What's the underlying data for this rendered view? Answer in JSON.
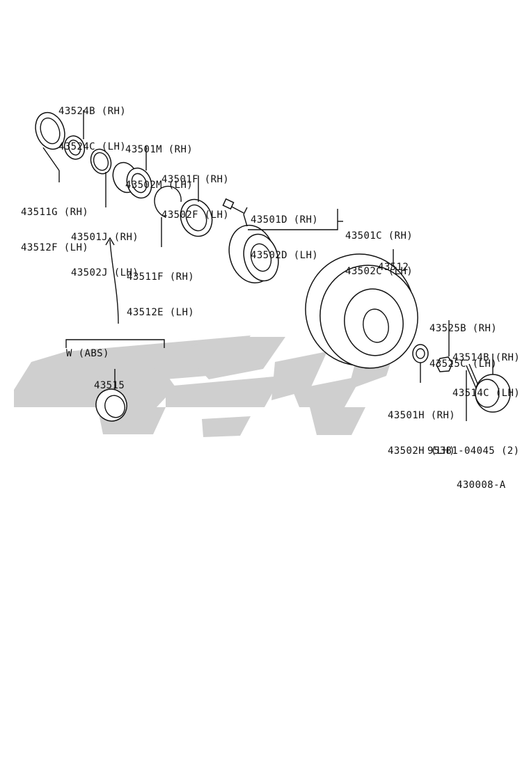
{
  "diagram": {
    "ref_code": "430008-A",
    "labels": {
      "l43524": [
        "43524B (RH)",
        "43524C (LH)"
      ],
      "l43501m": [
        "43501M (RH)",
        "43502M (LH)"
      ],
      "l43501f": [
        "43501F (RH)",
        "43502F (LH)"
      ],
      "l43511g": [
        "43511G (RH)",
        "43512F (LH)"
      ],
      "l43501j": [
        "43501J (RH)",
        "43502J (LH)"
      ],
      "l43501d": [
        "43501D (RH)",
        "43502D (LH)"
      ],
      "l43501c": [
        "43501C (RH)",
        "43502C (LH)"
      ],
      "l43511f": [
        "43511F (RH)",
        "43512E (LH)"
      ],
      "l43512": "43512",
      "l43525": [
        "43525B (RH)",
        "43525C (LH)"
      ],
      "l43514": [
        "43514B (RH)",
        "43514C (LH)"
      ],
      "labs": "W (ABS)",
      "l43515": "43515",
      "l43501h": [
        "43501H (RH)",
        "43502H (LH)"
      ],
      "l95381": "95381-04045 (2)"
    }
  }
}
